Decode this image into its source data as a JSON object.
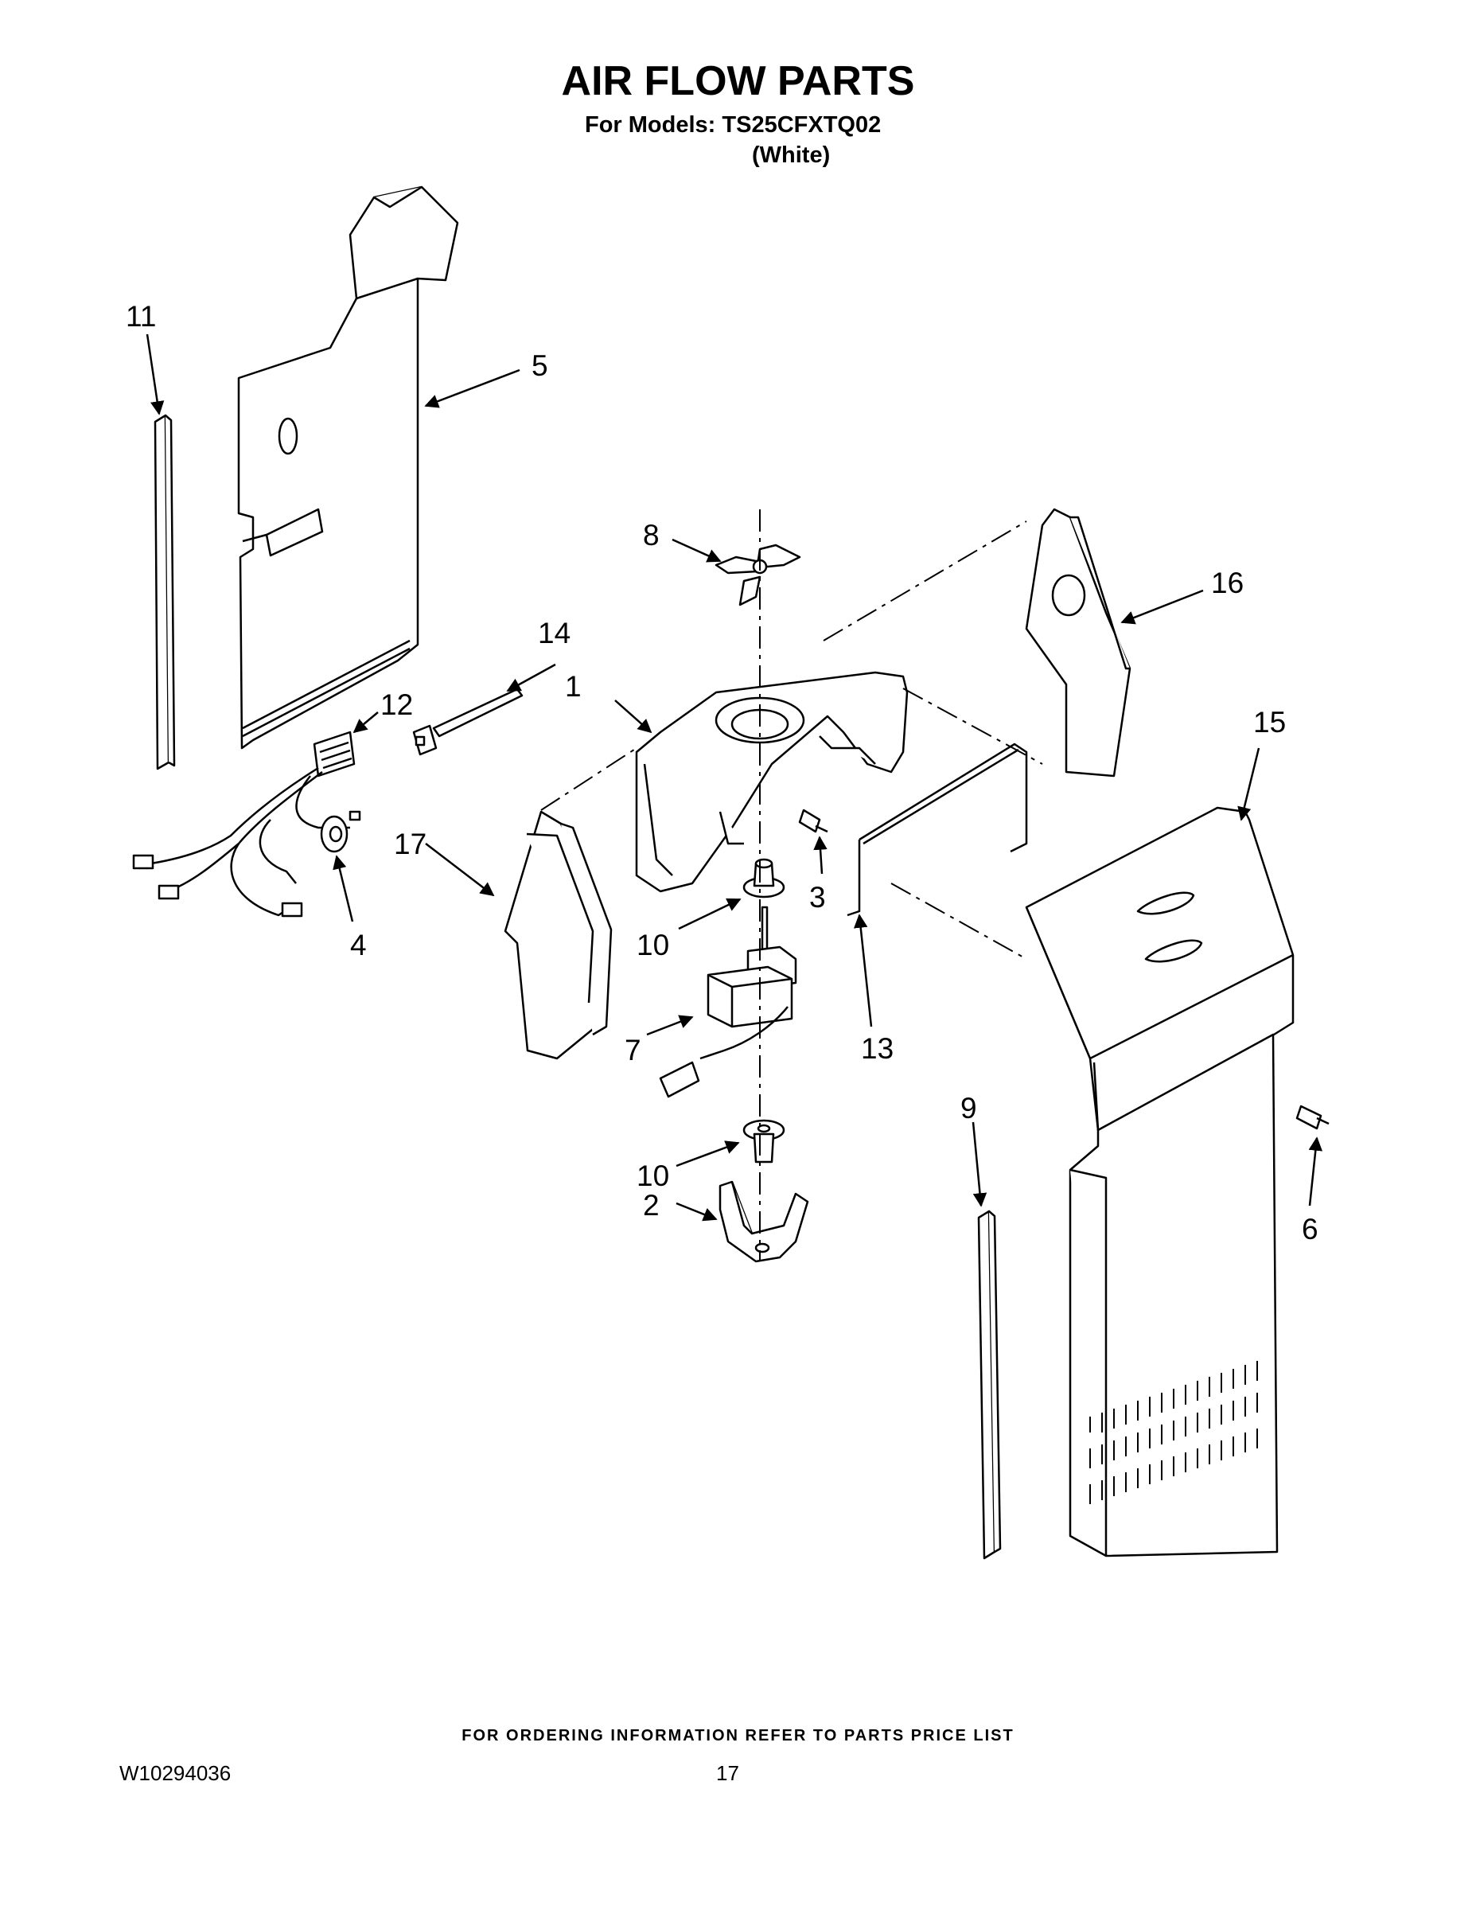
{
  "header": {
    "title": "AIR FLOW PARTS",
    "models_line": "For Models: TS25CFXTQ02",
    "variant": "(White)"
  },
  "callouts": [
    "1",
    "2",
    "3",
    "4",
    "5",
    "6",
    "7",
    "8",
    "9",
    "10",
    "10",
    "11",
    "12",
    "13",
    "14",
    "15",
    "16",
    "17"
  ],
  "footer": {
    "note": "FOR ORDERING INFORMATION REFER TO PARTS PRICE LIST",
    "doc_number": "W10294036",
    "page_number": "17"
  },
  "colors": {
    "ink": "#000000",
    "part_fill": "#ffffff"
  },
  "icons": [
    "arrow-pointer"
  ]
}
